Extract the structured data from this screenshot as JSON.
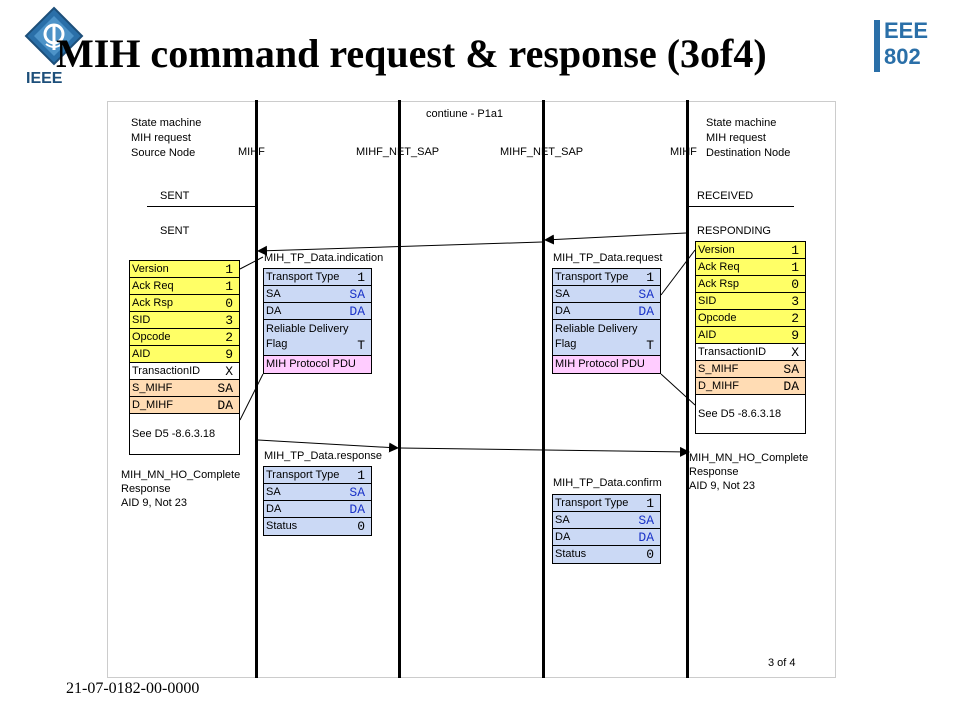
{
  "slide": {
    "title": "MIH command request & response (3of4)",
    "doc_number": "21-07-0182-00-0000"
  },
  "diagram": {
    "continue_label": "contiune  - P1a1",
    "page_label": "3 of 4",
    "left_state_label": "State machine\nMIH request\nSource Node",
    "right_state_label": "State machine\nMIH request\nDestination Node",
    "lanes": [
      "MIHF",
      "MIHF_NET_SAP",
      "MIHF_NET_SAP",
      "MIHF"
    ],
    "left_states": [
      "SENT",
      "SENT"
    ],
    "right_states": [
      "RECEIVED",
      "RESPONDING"
    ],
    "messages": {
      "indication": "MIH_TP_Data.indication",
      "request": "MIH_TP_Data.request",
      "response": "MIH_TP_Data.response",
      "confirm": "MIH_TP_Data.confirm"
    },
    "left_frame": {
      "rows": [
        {
          "name": "Version",
          "value": "1"
        },
        {
          "name": "Ack Req",
          "value": "1"
        },
        {
          "name": "Ack Rsp",
          "value": "0"
        },
        {
          "name": "SID",
          "value": "3"
        },
        {
          "name": "Opcode",
          "value": "2"
        },
        {
          "name": "AID",
          "value": "9"
        },
        {
          "name": "TransactionID",
          "value": "X"
        },
        {
          "name": "S_MIHF",
          "value": "SA"
        },
        {
          "name": "D_MIHF",
          "value": "DA"
        }
      ],
      "note": "See D5 -8.6.3.18"
    },
    "right_frame": {
      "rows": [
        {
          "name": "Version",
          "value": "1"
        },
        {
          "name": "Ack Req",
          "value": "1"
        },
        {
          "name": "Ack Rsp",
          "value": "0"
        },
        {
          "name": "SID",
          "value": "3"
        },
        {
          "name": "Opcode",
          "value": "2"
        },
        {
          "name": "AID",
          "value": "9"
        },
        {
          "name": "TransactionID",
          "value": "X"
        },
        {
          "name": "S_MIHF",
          "value": "SA"
        },
        {
          "name": "D_MIHF",
          "value": "DA"
        }
      ],
      "note": "See D5 -8.6.3.18"
    },
    "indication_tbl": {
      "transport_type": "Transport Type",
      "transport_val": "1",
      "sa": "SA",
      "sa_val": "SA",
      "da": "DA",
      "da_val": "DA",
      "reliable": "Reliable Delivery\nFlag",
      "reliable_val": "T",
      "pdu": "MIH Protocol PDU"
    },
    "request_tbl": {
      "transport_type": "Transport Type",
      "transport_val": "1",
      "sa": "SA",
      "sa_val": "SA",
      "da": "DA",
      "da_val": "DA",
      "reliable": "Reliable Delivery\nFlag",
      "reliable_val": "T",
      "pdu": "MIH Protocol PDU"
    },
    "response_tbl": {
      "transport_type": "Transport Type",
      "transport_val": "1",
      "sa": "SA",
      "sa_val": "SA",
      "da": "DA",
      "da_val": "DA",
      "status": "Status",
      "status_val": "0"
    },
    "confirm_tbl": {
      "transport_type": "Transport Type",
      "transport_val": "1",
      "sa": "SA",
      "sa_val": "SA",
      "da": "DA",
      "da_val": "DA",
      "status": "Status",
      "status_val": "0"
    },
    "left_response_note": "MIH_MN_HO_Complete\nResponse\nAID 9, Not 23",
    "right_response_note": "MIH_MN_HO_Complete\nResponse\nAID 9, Not 23"
  },
  "logos": {
    "ieee_text": "IEEE",
    "ieee802_top": "EEE",
    "ieee802_bottom": "802"
  }
}
